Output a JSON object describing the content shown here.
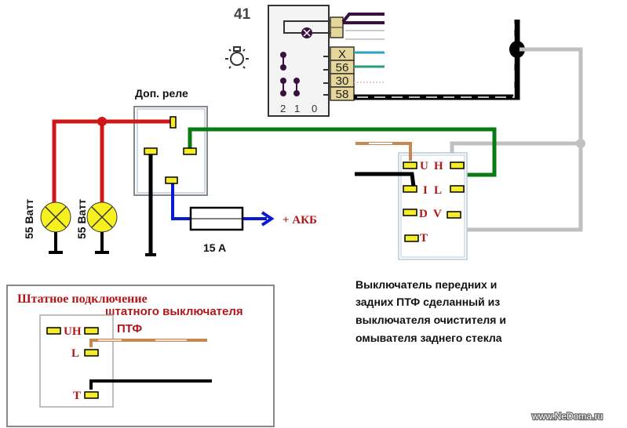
{
  "colors": {
    "red_wire": "#d01818",
    "green_wire": "#0a7a14",
    "blue_wire": "#0a1ad0",
    "black_wire": "#000000",
    "grey_wire": "#c0c0c0",
    "brown_wire": "#c88850",
    "terminal_fill": "#f5ec2a",
    "lamp_fill": "#f6f01e",
    "label_red": "#b01818",
    "purple": "#3a1040",
    "connector_fill": "#e6d69a"
  },
  "stock_switch_module": {
    "number": "41",
    "icon": "fog-light-icon",
    "positions": [
      "2",
      "1",
      "0"
    ],
    "pins": [
      "X",
      "56",
      "30",
      "58"
    ]
  },
  "relay": {
    "title": "Доп. реле",
    "fuse_label": "15 A",
    "battery_label": "+ АКБ"
  },
  "lamps": [
    {
      "label": "55 Ватт"
    },
    {
      "label": "55 Ватт"
    }
  ],
  "new_switch": {
    "rows": [
      {
        "left": "U",
        "right": "H"
      },
      {
        "left": "I",
        "right": "L"
      },
      {
        "left": "D",
        "right": "V"
      },
      {
        "left": "T",
        "right": ""
      }
    ]
  },
  "stock_connection": {
    "title_line1": "Штатное подключение",
    "title_line2": "штатного выключателя",
    "title_line3": "ПТФ",
    "pin_uh": "UH",
    "pin_l": "L",
    "pin_t": "T"
  },
  "description": {
    "lines": [
      "Выключатель передних и",
      "задних ПТФ сделанный из",
      "выключателя очистителя и",
      "омывателя заднего стекла"
    ]
  },
  "watermark": "www.NeDoma.ru"
}
